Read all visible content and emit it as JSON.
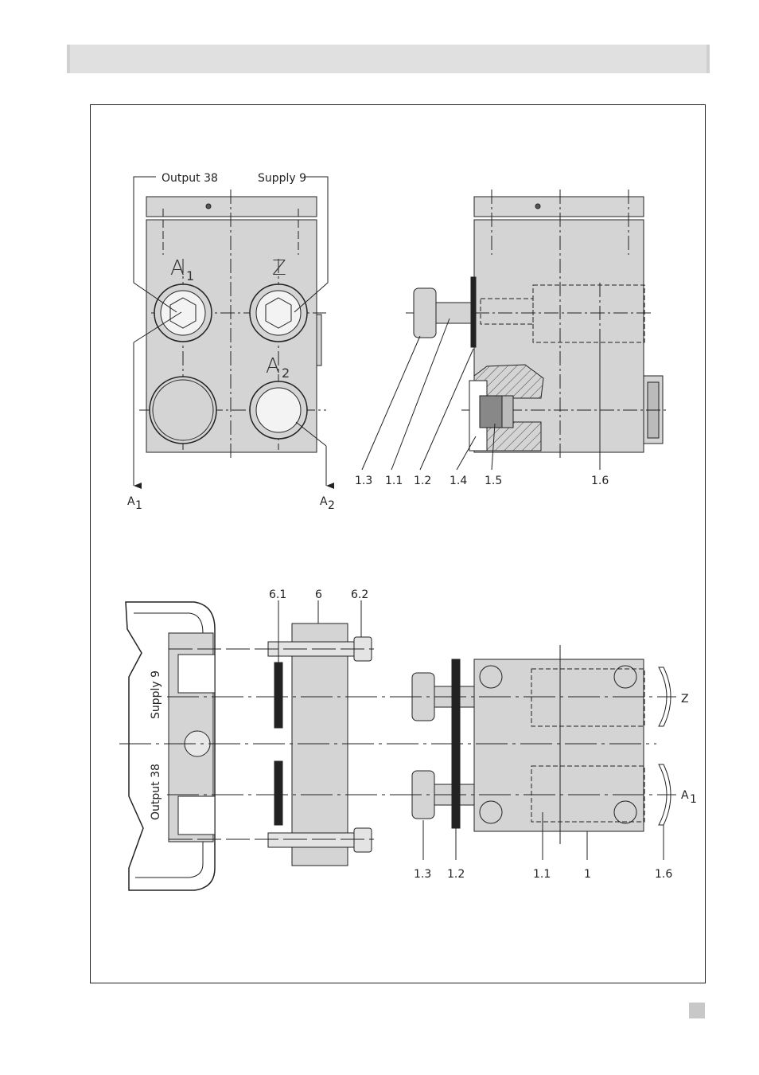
{
  "labels": {
    "output_38": "Output 38",
    "supply_9": "Supply 9",
    "a1_big": "A",
    "a1_big_sub": "1",
    "z_big": "Z",
    "a2_big": "A",
    "a2_big_sub": "2",
    "a1_arrow": "A",
    "a1_arrow_sub": "1",
    "a2_arrow": "A",
    "a2_arrow_sub": "2",
    "top_right_parts": [
      "1.3",
      "1.1",
      "1.2",
      "1.4",
      "1.5",
      "1.6"
    ],
    "bottom_top_parts": [
      "6.1",
      "6",
      "6.2"
    ],
    "bottom_parts": [
      "1.3",
      "1.2",
      "1.1",
      "1",
      "1.6"
    ],
    "rot_supply": "Supply 9",
    "rot_output": "Output 38",
    "right_z": "Z",
    "right_a": "A",
    "right_a_sub": "1"
  },
  "colors": {
    "body_fill": "#d4d4d4",
    "header_fill": "#e0e0e0",
    "line": "#222222"
  }
}
